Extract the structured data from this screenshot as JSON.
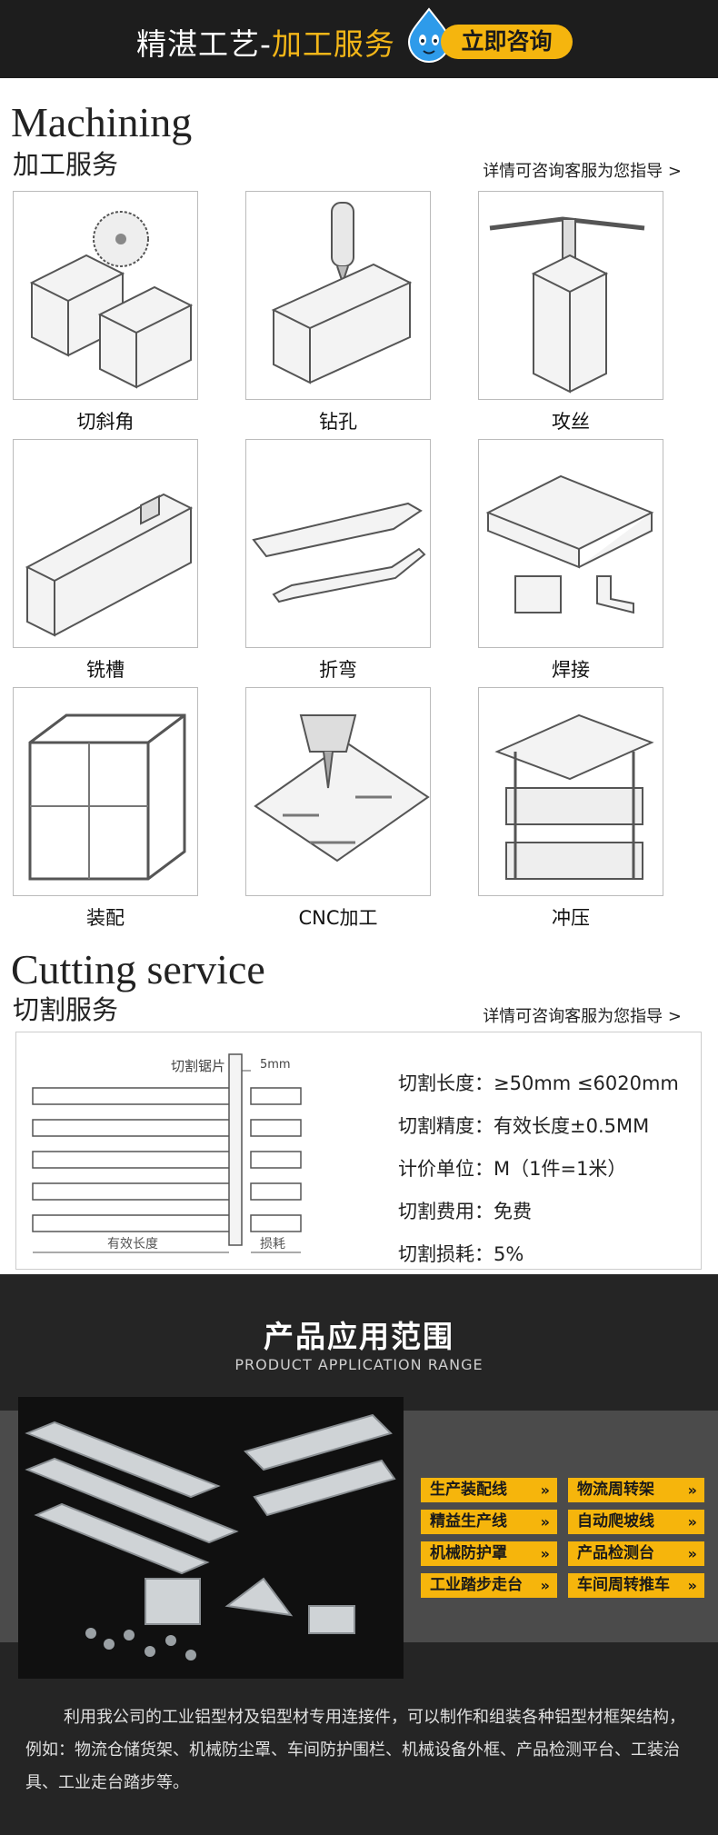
{
  "header": {
    "title_main": "精湛工艺-",
    "title_highlight": "加工服务",
    "consult_button": "立即咨询"
  },
  "machining": {
    "title_en": "Machining",
    "title_cn": "加工服务",
    "link": "详情可咨询客服为您指导 >",
    "tiles": [
      {
        "label": "切斜角",
        "icon": "saw-cutting-icon"
      },
      {
        "label": "钻孔",
        "icon": "drilling-icon"
      },
      {
        "label": "攻丝",
        "icon": "tapping-icon"
      },
      {
        "label": "铣槽",
        "icon": "milling-slot-icon"
      },
      {
        "label": "折弯",
        "icon": "bending-icon"
      },
      {
        "label": "焊接",
        "icon": "welding-icon"
      },
      {
        "label": "装配",
        "icon": "assembly-frame-icon"
      },
      {
        "label": "CNC加工",
        "icon": "cnc-machining-icon"
      },
      {
        "label": "冲压",
        "icon": "stamping-press-icon"
      }
    ]
  },
  "cutting": {
    "title_en": "Cutting service",
    "title_cn": "切割服务",
    "link": "详情可咨询客服为您指导 >",
    "diagram": {
      "saw_label": "切割锯片",
      "gap_label": "5mm",
      "effective_length_label": "有效长度",
      "loss_label": "损耗"
    },
    "specs": [
      "切割长度：≥50mm ≤6020mm",
      "切割精度：有效长度±0.5MM",
      "计价单位：M（1件=1米）",
      "切割费用：免费",
      "切割损耗：5%"
    ]
  },
  "application": {
    "title": "产品应用范围",
    "subtitle": "PRODUCT APPLICATION RANGE",
    "tags": [
      "生产装配线",
      "物流周转架",
      "精益生产线",
      "自动爬坡线",
      "机械防护罩",
      "产品检测台",
      "工业踏步走台",
      "车间周转推车"
    ],
    "tag_arrow": "»",
    "description": "利用我公司的工业铝型材及铝型材专用连接件，可以制作和组装各种铝型材框架结构，例如：物流仓储货架、机械防尘罩、车间防护围栏、机械设备外框、产品检测平台、工装治具、工业走台踏步等。",
    "colors": {
      "accent": "#f6b50c",
      "dark": "#252525",
      "band": "#4b4b4b"
    }
  }
}
